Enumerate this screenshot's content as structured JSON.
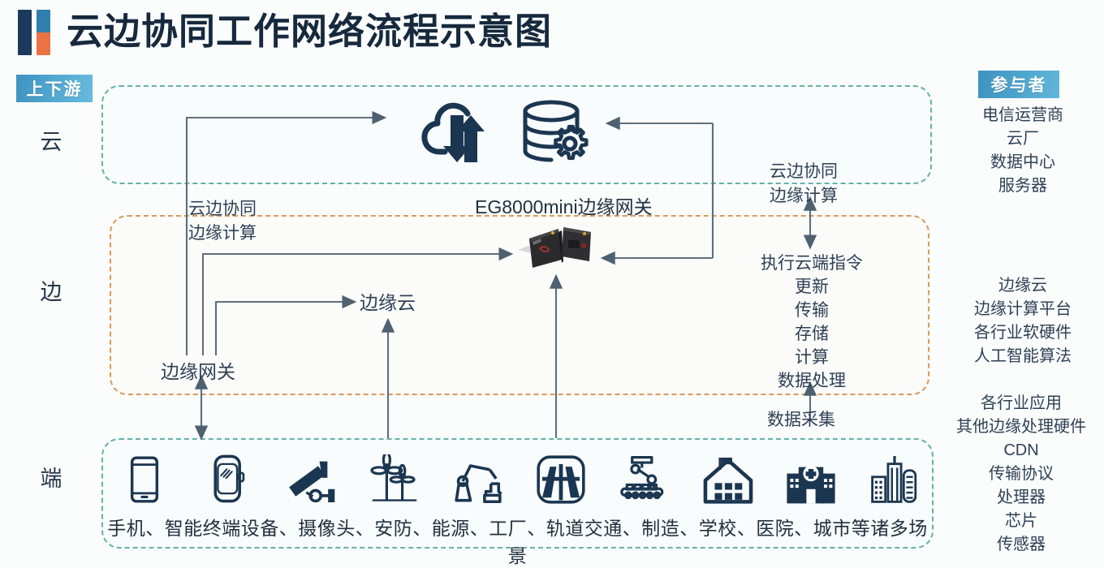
{
  "title": "云边协同工作网络流程示意图",
  "badges": {
    "upstream": "上下游",
    "participant": "参与者"
  },
  "tiers": {
    "cloud": "云",
    "edge": "边",
    "device": "端"
  },
  "flow_labels": {
    "coop_left": "云边协同\n边缘计算",
    "coop_left_line1": "云边协同",
    "coop_left_line2": "边缘计算",
    "coop_right_line1": "云边协同",
    "coop_right_line2": "边缘计算",
    "gateway_name": "EG8000mini边缘网关",
    "edge_gateway": "边缘网关",
    "edge_cloud": "边缘云",
    "data_collect": "数据采集"
  },
  "operations": [
    "执行云端指令",
    "更新",
    "传输",
    "存储",
    "计算",
    "数据处理"
  ],
  "participants": {
    "cloud": [
      "电信运营商",
      "云厂",
      "数据中心",
      "服务器"
    ],
    "edge": [
      "边缘云",
      "边缘计算平台",
      "各行业软硬件",
      "人工智能算法"
    ],
    "device": [
      "各行业应用",
      "其他边缘处理硬件",
      "CDN",
      "传输协议",
      "处理器",
      "芯片",
      "传感器"
    ]
  },
  "cloud_icons": [
    "cloud-sync-icon",
    "database-gear-icon"
  ],
  "device_icons": [
    "smartphone-icon",
    "smartwatch-icon",
    "cctv-camera-icon",
    "wind-turbine-icon",
    "robot-arm-icon",
    "highway-icon",
    "manufacturing-robot-icon",
    "school-building-icon",
    "hospital-icon",
    "city-buildings-icon"
  ],
  "device_caption": "手机、智能终端设备、摄像头、安防、能源、工厂、轨道交通、制造、学校、医院、城市等诸多场景",
  "colors": {
    "brand_navy": "#16293d",
    "accent_blue": "#1d4f8c",
    "accent_orange": "#ea7244",
    "badge_blue": "#4ba3cc",
    "zone_teal": "#63b2a8",
    "zone_orange": "#d99a5b",
    "wire_gray": "#5a6a78",
    "icon_navy": "#1b3651"
  },
  "logo_bars": [
    {
      "segments": [
        "#1b3a5e"
      ]
    },
    {
      "segments": [
        "#2f7fad",
        "#ea7244"
      ]
    }
  ]
}
